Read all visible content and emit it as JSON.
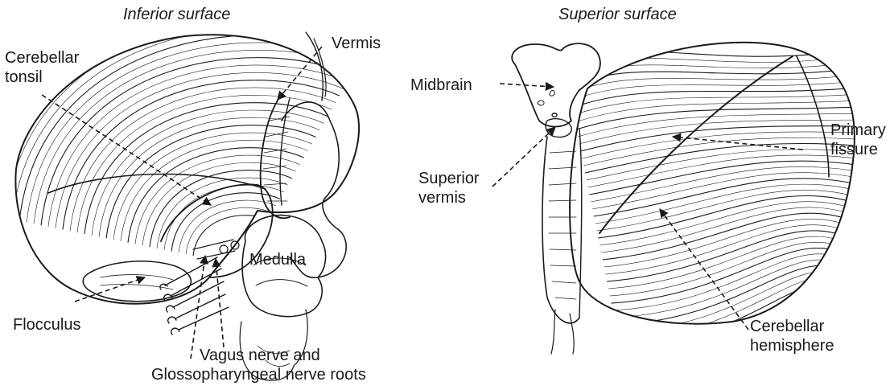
{
  "panels": {
    "left": {
      "title": "Inferior surface",
      "labels": {
        "cerebellar_tonsil": [
          "Cerebellar",
          "tonsil"
        ],
        "vermis": "Vermis",
        "medulla": "Medulla",
        "flocculus": "Flocculus",
        "vagus_nerve": [
          "Vagus nerve and",
          "Glossopharyngeal nerve roots"
        ]
      }
    },
    "right": {
      "title": "Superior surface",
      "labels": {
        "midbrain": "Midbrain",
        "superior_vermis": [
          "Superior",
          "vermis"
        ],
        "primary_fissure": [
          "Primary",
          "fissure"
        ],
        "cerebellar_hemisphere": [
          "Cerebellar",
          "hemisphere"
        ]
      }
    }
  },
  "colors": {
    "ink": "#1a1a1a",
    "background": "#ffffff"
  }
}
